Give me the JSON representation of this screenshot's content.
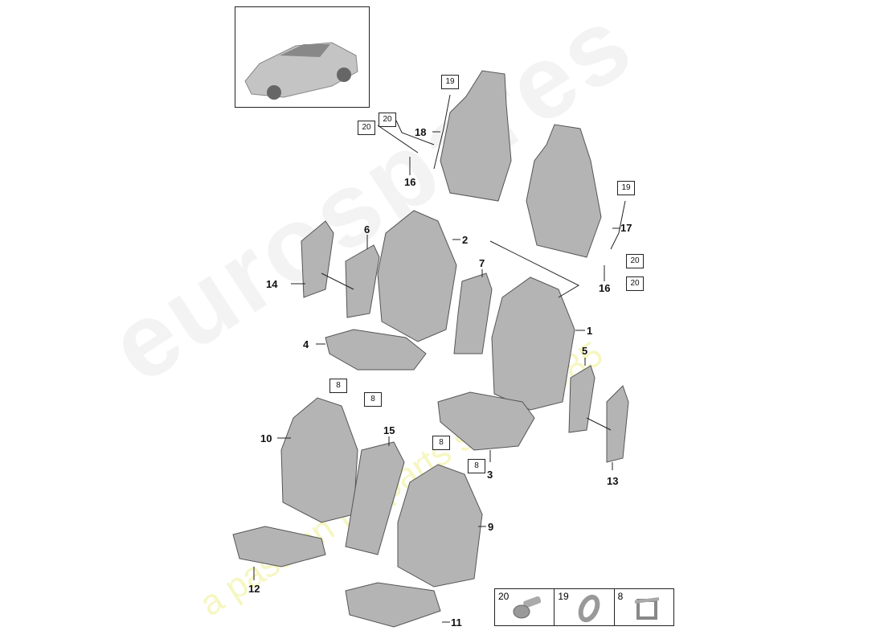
{
  "watermark": {
    "brand": "eurospares",
    "tagline": "a passion for parts since 1985"
  },
  "part_labels": [
    "16",
    "18",
    "6",
    "2",
    "14",
    "7",
    "4",
    "1",
    "17",
    "16",
    "5",
    "3",
    "13",
    "10",
    "15",
    "9",
    "12",
    "11"
  ],
  "boxed_labels": [
    "19",
    "20",
    "20",
    "19",
    "20",
    "20",
    "8",
    "8",
    "8",
    "8"
  ],
  "legend": [
    {
      "number": "20",
      "icon": "screw-icon"
    },
    {
      "number": "19",
      "icon": "clip-ring-icon"
    },
    {
      "number": "8",
      "icon": "bracket-clip-icon"
    }
  ],
  "colors": {
    "part_fill": "#b8b8b8",
    "line": "#222222"
  }
}
